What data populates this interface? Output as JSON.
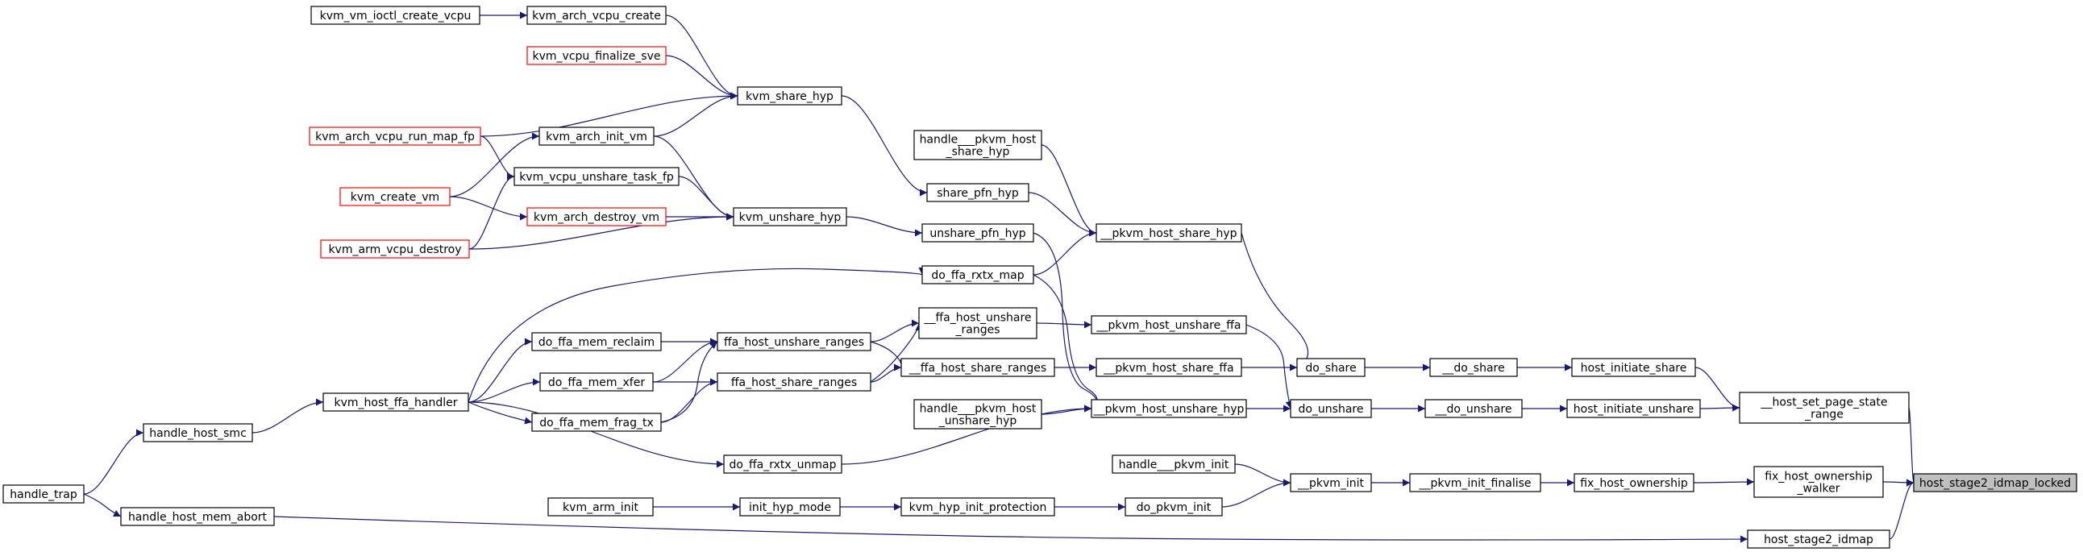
{
  "graph": {
    "title": "",
    "colors": {
      "edge": "#191970",
      "normal_border": "#000000",
      "truncated_border": "#ff0000",
      "focus_fill": "#bfbfbf",
      "node_fill": "#ffffff"
    },
    "nodes": [
      {
        "id": "kvm_vm_ioctl_create_vcpu",
        "label": [
          "kvm_vm_ioctl_create_vcpu"
        ],
        "kind": "normal"
      },
      {
        "id": "kvm_arch_vcpu_create",
        "label": [
          "kvm_arch_vcpu_create"
        ],
        "kind": "normal"
      },
      {
        "id": "kvm_vcpu_finalize_sve",
        "label": [
          "kvm_vcpu_finalize_sve"
        ],
        "kind": "truncated"
      },
      {
        "id": "kvm_share_hyp",
        "label": [
          "kvm_share_hyp"
        ],
        "kind": "normal"
      },
      {
        "id": "kvm_arch_vcpu_run_map_fp",
        "label": [
          "kvm_arch_vcpu_run_map_fp"
        ],
        "kind": "truncated"
      },
      {
        "id": "kvm_arch_init_vm",
        "label": [
          "kvm_arch_init_vm"
        ],
        "kind": "normal"
      },
      {
        "id": "kvm_vcpu_unshare_task_fp",
        "label": [
          "kvm_vcpu_unshare_task_fp"
        ],
        "kind": "normal"
      },
      {
        "id": "kvm_create_vm",
        "label": [
          "kvm_create_vm"
        ],
        "kind": "truncated"
      },
      {
        "id": "kvm_arch_destroy_vm",
        "label": [
          "kvm_arch_destroy_vm"
        ],
        "kind": "truncated"
      },
      {
        "id": "kvm_unshare_hyp",
        "label": [
          "kvm_unshare_hyp"
        ],
        "kind": "normal"
      },
      {
        "id": "kvm_arm_vcpu_destroy",
        "label": [
          "kvm_arm_vcpu_destroy"
        ],
        "kind": "truncated"
      },
      {
        "id": "handle___pkvm_host_share_hyp",
        "label": [
          "handle___pkvm_host",
          "_share_hyp"
        ],
        "kind": "normal"
      },
      {
        "id": "share_pfn_hyp",
        "label": [
          "share_pfn_hyp"
        ],
        "kind": "normal"
      },
      {
        "id": "unshare_pfn_hyp",
        "label": [
          "unshare_pfn_hyp"
        ],
        "kind": "normal"
      },
      {
        "id": "__pkvm_host_share_hyp",
        "label": [
          "__pkvm_host_share_hyp"
        ],
        "kind": "normal"
      },
      {
        "id": "do_ffa_rxtx_map",
        "label": [
          "do_ffa_rxtx_map"
        ],
        "kind": "normal"
      },
      {
        "id": "__ffa_host_unshare_ranges",
        "label": [
          "__ffa_host_unshare",
          "_ranges"
        ],
        "kind": "normal"
      },
      {
        "id": "__pkvm_host_unshare_ffa",
        "label": [
          "__pkvm_host_unshare_ffa"
        ],
        "kind": "normal"
      },
      {
        "id": "do_ffa_mem_reclaim",
        "label": [
          "do_ffa_mem_reclaim"
        ],
        "kind": "normal"
      },
      {
        "id": "ffa_host_unshare_ranges",
        "label": [
          "ffa_host_unshare_ranges"
        ],
        "kind": "normal"
      },
      {
        "id": "__ffa_host_share_ranges",
        "label": [
          "__ffa_host_share_ranges"
        ],
        "kind": "normal"
      },
      {
        "id": "__pkvm_host_share_ffa",
        "label": [
          "__pkvm_host_share_ffa"
        ],
        "kind": "normal"
      },
      {
        "id": "do_share",
        "label": [
          "do_share"
        ],
        "kind": "normal"
      },
      {
        "id": "__do_share",
        "label": [
          "__do_share"
        ],
        "kind": "normal"
      },
      {
        "id": "host_initiate_share",
        "label": [
          "host_initiate_share"
        ],
        "kind": "normal"
      },
      {
        "id": "do_ffa_mem_xfer",
        "label": [
          "do_ffa_mem_xfer"
        ],
        "kind": "normal"
      },
      {
        "id": "ffa_host_share_ranges",
        "label": [
          "ffa_host_share_ranges"
        ],
        "kind": "normal"
      },
      {
        "id": "kvm_host_ffa_handler",
        "label": [
          "kvm_host_ffa_handler"
        ],
        "kind": "normal"
      },
      {
        "id": "__host_set_page_state_range",
        "label": [
          "__host_set_page_state",
          "_range"
        ],
        "kind": "normal"
      },
      {
        "id": "handle___pkvm_host_unshare_hyp",
        "label": [
          "handle___pkvm_host",
          "_unshare_hyp"
        ],
        "kind": "normal"
      },
      {
        "id": "__pkvm_host_unshare_hyp",
        "label": [
          "__pkvm_host_unshare_hyp"
        ],
        "kind": "normal"
      },
      {
        "id": "do_unshare",
        "label": [
          "do_unshare"
        ],
        "kind": "normal"
      },
      {
        "id": "__do_unshare",
        "label": [
          "__do_unshare"
        ],
        "kind": "normal"
      },
      {
        "id": "host_initiate_unshare",
        "label": [
          "host_initiate_unshare"
        ],
        "kind": "normal"
      },
      {
        "id": "do_ffa_mem_frag_tx",
        "label": [
          "do_ffa_mem_frag_tx"
        ],
        "kind": "normal"
      },
      {
        "id": "handle_host_smc",
        "label": [
          "handle_host_smc"
        ],
        "kind": "normal"
      },
      {
        "id": "do_ffa_rxtx_unmap",
        "label": [
          "do_ffa_rxtx_unmap"
        ],
        "kind": "normal"
      },
      {
        "id": "handle___pkvm_init",
        "label": [
          "handle___pkvm_init"
        ],
        "kind": "normal"
      },
      {
        "id": "__pkvm_init",
        "label": [
          "__pkvm_init"
        ],
        "kind": "normal"
      },
      {
        "id": "__pkvm_init_finalise",
        "label": [
          "__pkvm_init_finalise"
        ],
        "kind": "normal"
      },
      {
        "id": "fix_host_ownership",
        "label": [
          "fix_host_ownership"
        ],
        "kind": "normal"
      },
      {
        "id": "fix_host_ownership_walker",
        "label": [
          "fix_host_ownership",
          "_walker"
        ],
        "kind": "normal"
      },
      {
        "id": "host_stage2_idmap_locked",
        "label": [
          "host_stage2_idmap_locked"
        ],
        "kind": "focus"
      },
      {
        "id": "handle_trap",
        "label": [
          "handle_trap"
        ],
        "kind": "normal"
      },
      {
        "id": "kvm_arm_init",
        "label": [
          "kvm_arm_init"
        ],
        "kind": "normal"
      },
      {
        "id": "init_hyp_mode",
        "label": [
          "init_hyp_mode"
        ],
        "kind": "normal"
      },
      {
        "id": "kvm_hyp_init_protection",
        "label": [
          "kvm_hyp_init_protection"
        ],
        "kind": "normal"
      },
      {
        "id": "do_pkvm_init",
        "label": [
          "do_pkvm_init"
        ],
        "kind": "normal"
      },
      {
        "id": "handle_host_mem_abort",
        "label": [
          "handle_host_mem_abort"
        ],
        "kind": "normal"
      },
      {
        "id": "host_stage2_idmap",
        "label": [
          "host_stage2_idmap"
        ],
        "kind": "normal"
      }
    ],
    "edges": [
      {
        "from": "kvm_vm_ioctl_create_vcpu",
        "to": "kvm_arch_vcpu_create"
      },
      {
        "from": "kvm_arch_vcpu_create",
        "to": "kvm_share_hyp"
      },
      {
        "from": "kvm_vcpu_finalize_sve",
        "to": "kvm_share_hyp"
      },
      {
        "from": "kvm_arch_vcpu_run_map_fp",
        "to": "kvm_share_hyp"
      },
      {
        "from": "kvm_arch_init_vm",
        "to": "kvm_share_hyp"
      },
      {
        "from": "kvm_arch_vcpu_run_map_fp",
        "to": "kvm_vcpu_unshare_task_fp"
      },
      {
        "from": "kvm_create_vm",
        "to": "kvm_arch_init_vm"
      },
      {
        "from": "kvm_create_vm",
        "to": "kvm_arch_destroy_vm"
      },
      {
        "from": "kvm_arm_vcpu_destroy",
        "to": "kvm_vcpu_unshare_task_fp"
      },
      {
        "from": "kvm_arch_init_vm",
        "to": "kvm_unshare_hyp"
      },
      {
        "from": "kvm_vcpu_unshare_task_fp",
        "to": "kvm_unshare_hyp"
      },
      {
        "from": "kvm_arch_destroy_vm",
        "to": "kvm_unshare_hyp"
      },
      {
        "from": "kvm_arm_vcpu_destroy",
        "to": "kvm_unshare_hyp"
      },
      {
        "from": "kvm_share_hyp",
        "to": "share_pfn_hyp"
      },
      {
        "from": "kvm_unshare_hyp",
        "to": "unshare_pfn_hyp"
      },
      {
        "from": "handle___pkvm_host_share_hyp",
        "to": "__pkvm_host_share_hyp"
      },
      {
        "from": "share_pfn_hyp",
        "to": "__pkvm_host_share_hyp"
      },
      {
        "from": "do_ffa_rxtx_map",
        "to": "__pkvm_host_share_hyp"
      },
      {
        "from": "unshare_pfn_hyp",
        "to": "__pkvm_host_unshare_hyp"
      },
      {
        "from": "do_ffa_rxtx_map",
        "to": "__pkvm_host_unshare_hyp"
      },
      {
        "from": "kvm_host_ffa_handler",
        "to": "do_ffa_rxtx_map"
      },
      {
        "from": "__ffa_host_unshare_ranges",
        "to": "__pkvm_host_unshare_ffa"
      },
      {
        "from": "ffa_host_unshare_ranges",
        "to": "__ffa_host_unshare_ranges"
      },
      {
        "from": "ffa_host_share_ranges",
        "to": "__ffa_host_unshare_ranges"
      },
      {
        "from": "ffa_host_unshare_ranges",
        "to": "__ffa_host_share_ranges"
      },
      {
        "from": "ffa_host_share_ranges",
        "to": "__ffa_host_share_ranges"
      },
      {
        "from": "do_ffa_mem_reclaim",
        "to": "ffa_host_unshare_ranges"
      },
      {
        "from": "do_ffa_mem_xfer",
        "to": "ffa_host_unshare_ranges"
      },
      {
        "from": "do_ffa_mem_frag_tx",
        "to": "ffa_host_unshare_ranges"
      },
      {
        "from": "do_ffa_mem_xfer",
        "to": "ffa_host_share_ranges"
      },
      {
        "from": "do_ffa_mem_frag_tx",
        "to": "ffa_host_share_ranges"
      },
      {
        "from": "__ffa_host_share_ranges",
        "to": "__pkvm_host_share_ffa"
      },
      {
        "from": "__pkvm_host_share_hyp",
        "to": "do_share"
      },
      {
        "from": "__pkvm_host_share_ffa",
        "to": "do_share"
      },
      {
        "from": "__pkvm_host_unshare_ffa",
        "to": "do_unshare"
      },
      {
        "from": "__pkvm_host_unshare_hyp",
        "to": "do_unshare"
      },
      {
        "from": "do_share",
        "to": "__do_share"
      },
      {
        "from": "__do_share",
        "to": "host_initiate_share"
      },
      {
        "from": "do_unshare",
        "to": "__do_unshare"
      },
      {
        "from": "__do_unshare",
        "to": "host_initiate_unshare"
      },
      {
        "from": "host_initiate_share",
        "to": "__host_set_page_state_range"
      },
      {
        "from": "host_initiate_unshare",
        "to": "__host_set_page_state_range"
      },
      {
        "from": "__host_set_page_state_range",
        "to": "host_stage2_idmap_locked"
      },
      {
        "from": "kvm_host_ffa_handler",
        "to": "do_ffa_mem_reclaim"
      },
      {
        "from": "kvm_host_ffa_handler",
        "to": "do_ffa_mem_xfer"
      },
      {
        "from": "kvm_host_ffa_handler",
        "to": "do_ffa_mem_frag_tx"
      },
      {
        "from": "kvm_host_ffa_handler",
        "to": "do_ffa_rxtx_unmap"
      },
      {
        "from": "do_ffa_rxtx_unmap",
        "to": "__pkvm_host_unshare_hyp"
      },
      {
        "from": "handle___pkvm_host_unshare_hyp",
        "to": "__pkvm_host_unshare_hyp"
      },
      {
        "from": "handle_host_smc",
        "to": "kvm_host_ffa_handler"
      },
      {
        "from": "handle_trap",
        "to": "handle_host_smc"
      },
      {
        "from": "handle_trap",
        "to": "handle_host_mem_abort"
      },
      {
        "from": "handle___pkvm_init",
        "to": "__pkvm_init"
      },
      {
        "from": "do_pkvm_init",
        "to": "__pkvm_init"
      },
      {
        "from": "__pkvm_init",
        "to": "__pkvm_init_finalise"
      },
      {
        "from": "__pkvm_init_finalise",
        "to": "fix_host_ownership"
      },
      {
        "from": "fix_host_ownership",
        "to": "fix_host_ownership_walker"
      },
      {
        "from": "fix_host_ownership_walker",
        "to": "host_stage2_idmap_locked"
      },
      {
        "from": "kvm_arm_init",
        "to": "init_hyp_mode"
      },
      {
        "from": "init_hyp_mode",
        "to": "kvm_hyp_init_protection"
      },
      {
        "from": "kvm_hyp_init_protection",
        "to": "do_pkvm_init"
      },
      {
        "from": "handle_host_mem_abort",
        "to": "host_stage2_idmap"
      },
      {
        "from": "host_stage2_idmap",
        "to": "host_stage2_idmap_locked"
      }
    ]
  }
}
